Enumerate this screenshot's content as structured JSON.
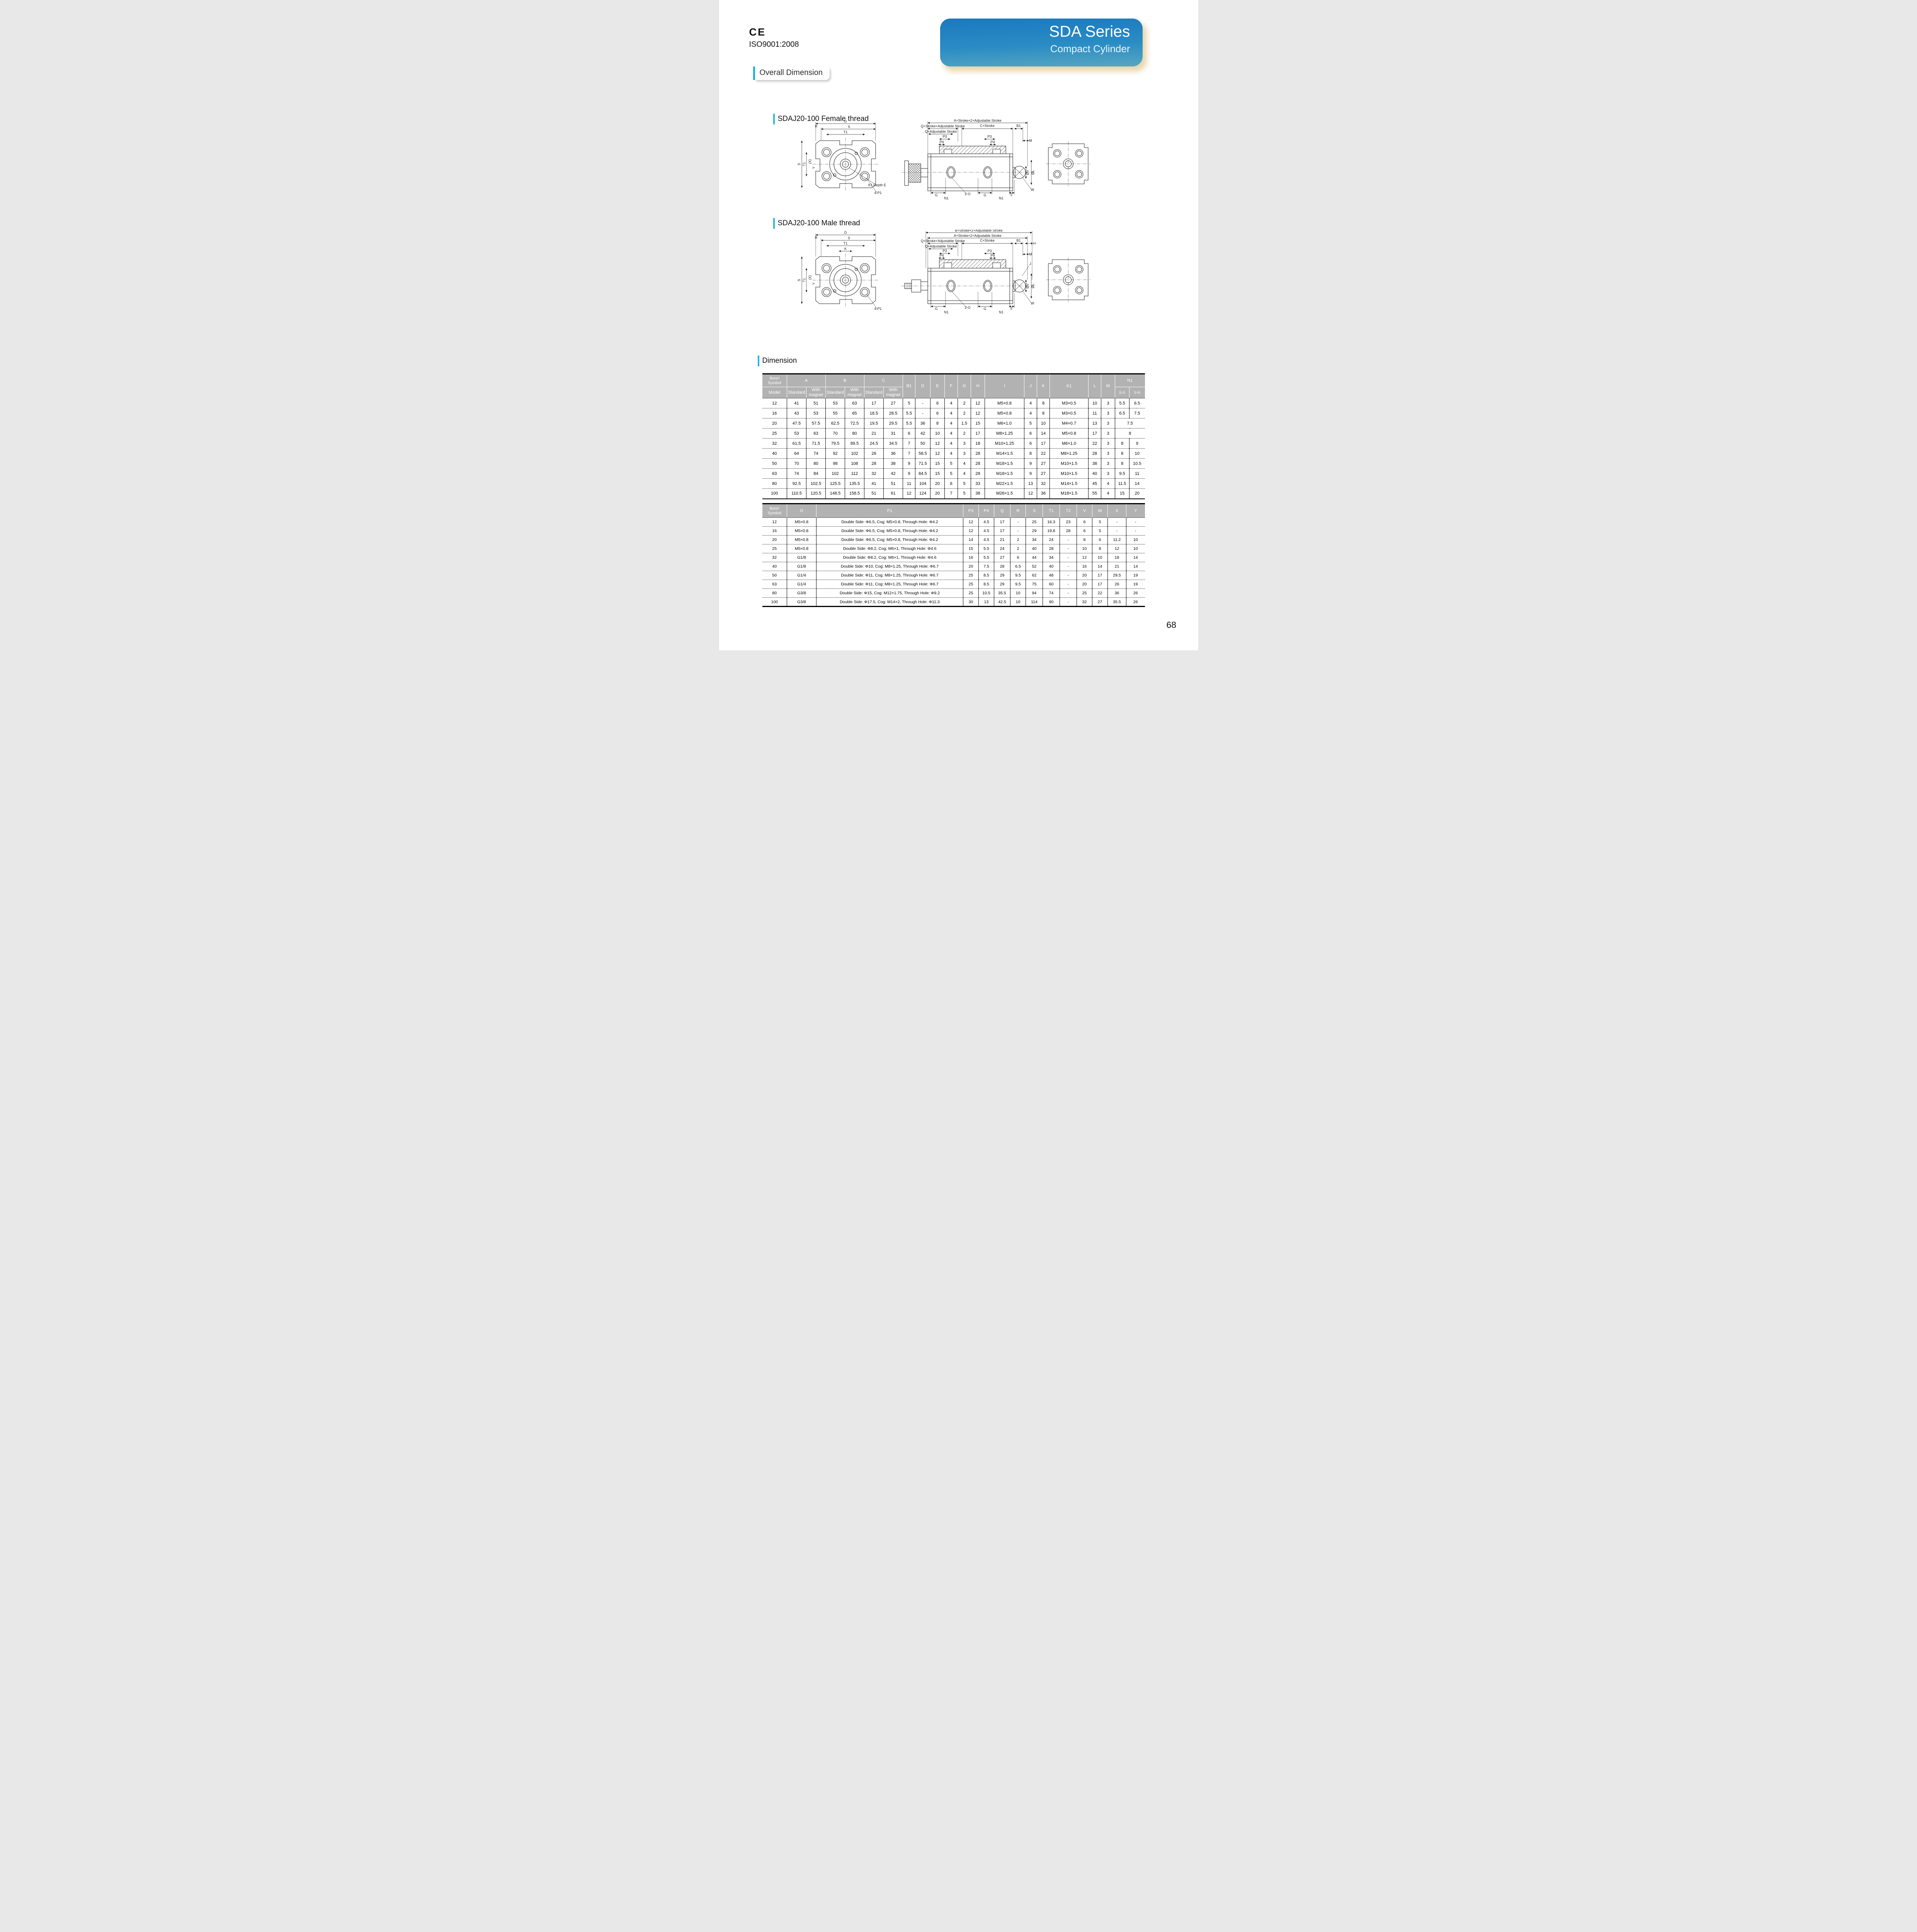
{
  "top": {
    "ce_mark": "CE",
    "iso_cert": "ISO9001:2008"
  },
  "banner": {
    "title": "SDA Series",
    "subtitle": "Compact Cylinder"
  },
  "sections": {
    "overall_dimension": "Overall Dimension",
    "dimension": "Dimension"
  },
  "page": {
    "number": "68"
  },
  "drawings": {
    "female": {
      "title": "SDAJ20-100 Female thread",
      "labels": {
        "dim_a": "A+Stroke×2+Adjustable Stroke",
        "dim_q_stroke": "Q+Stroke+Adjustable Stroke",
        "dim_q_adj": "Q+Adjustable Stroke",
        "dim_c": "C+Stroke",
        "b1": "B1",
        "m": "M",
        "p3": "P3",
        "p4": "P4",
        "g": "G",
        "n1": "N1",
        "two_o": "2-O",
        "f": "F",
        "dia_v": "ØV",
        "dia_l": "ØL",
        "w": "W",
        "d": "D",
        "s": "S",
        "t1": "T1",
        "r": "R",
        "x": "(X)",
        "y": "Y",
        "k1_depth": "K1 Depth E",
        "four_p1": "4-P1"
      }
    },
    "male": {
      "title": "SDAJ20-100 Male thread",
      "labels": {
        "dim_b": "B+Stroke×2+Adjustable Stroke",
        "dim_a": "A+Stroke×2+Adjustable Stroke",
        "dim_q_stroke": "Q+Stroke+Adjustable Stroke",
        "dim_q_adj": "Q+Adjustable Stroke",
        "dim_c": "C+Stroke",
        "b1": "B1",
        "h": "H",
        "m": "M",
        "j": "J",
        "k": "K",
        "p3": "P3",
        "p4": "P4",
        "g": "G",
        "n1": "N1",
        "two_o": "2-O",
        "f": "F",
        "dia_v": "ØV",
        "dia_l": "ØL",
        "w": "W",
        "d": "D",
        "s": "S",
        "t1": "T1",
        "r": "R",
        "x": "(X)",
        "y": "Y",
        "four_p1": "4-P1"
      }
    }
  },
  "table1": {
    "header": {
      "bore": "Bore/",
      "symbol": "Symbol",
      "model": "Model",
      "a": "A",
      "b": "B",
      "c": "C",
      "standard": "Standard",
      "with_magnet": "With magnet",
      "b1": "B1",
      "d": "D",
      "e": "E",
      "f": "F",
      "g": "G",
      "h": "H",
      "i": "I",
      "j": "J",
      "k": "K",
      "k1": "K1",
      "l": "L",
      "m": "M",
      "n1": "N1",
      "s_eq_5": "S=5",
      "s_gt_5": "S>5"
    },
    "rows": [
      [
        "12",
        "41",
        "51",
        "53",
        "63",
        "17",
        "27",
        "5",
        "-",
        "6",
        "4",
        "2",
        "12",
        "M5×0.8",
        "4",
        "8",
        "M3×0.5",
        "10",
        "3",
        "5.5",
        "6.5"
      ],
      [
        "16",
        "43",
        "53",
        "55",
        "65",
        "18.5",
        "28.5",
        "5.5",
        "-",
        "6",
        "4",
        "2",
        "12",
        "M5×0.8",
        "4",
        "8",
        "M3×0.5",
        "11",
        "3",
        "6.5",
        "7.5"
      ],
      [
        "20",
        "47.5",
        "57.5",
        "62.5",
        "72.5",
        "19.5",
        "29.5",
        "5.5",
        "36",
        "8",
        "4",
        "1.5",
        "15",
        "M6×1.0",
        "5",
        "10",
        "M4×0.7",
        "13",
        "3",
        "7.5",
        null
      ],
      [
        "25",
        "53",
        "63",
        "70",
        "80",
        "21",
        "31",
        "6",
        "42",
        "10",
        "4",
        "2",
        "17",
        "M8×1.25",
        "6",
        "14",
        "M5×0.8",
        "17",
        "3",
        "8",
        null
      ],
      [
        "32",
        "61.5",
        "71.5",
        "79.5",
        "89.5",
        "24.5",
        "34.5",
        "7",
        "50",
        "12",
        "4",
        "3",
        "18",
        "M10×1.25",
        "6",
        "17",
        "M6×1.0",
        "22",
        "3",
        "8",
        "9"
      ],
      [
        "40",
        "64",
        "74",
        "92",
        "102",
        "26",
        "36",
        "7",
        "58.5",
        "12",
        "4",
        "3",
        "28",
        "M14×1.5",
        "8",
        "22",
        "M8×1.25",
        "28",
        "3",
        "8",
        "10"
      ],
      [
        "50",
        "70",
        "80",
        "98",
        "108",
        "28",
        "38",
        "9",
        "71.5",
        "15",
        "5",
        "4",
        "28",
        "M18×1.5",
        "9",
        "27",
        "M10×1.5",
        "38",
        "3",
        "8",
        "10.5"
      ],
      [
        "63",
        "74",
        "84",
        "102",
        "112",
        "32",
        "42",
        "9",
        "84.5",
        "15",
        "5",
        "4",
        "28",
        "M18×1.5",
        "9",
        "27",
        "M10×1.5",
        "40",
        "3",
        "9.5",
        "11"
      ],
      [
        "80",
        "92.5",
        "102.5",
        "125.5",
        "135.5",
        "41",
        "51",
        "11",
        "104",
        "20",
        "6",
        "5",
        "33",
        "M22×1.5",
        "13",
        "32",
        "M14×1.5",
        "45",
        "4",
        "11.5",
        "14"
      ],
      [
        "100",
        "110.5",
        "120.5",
        "148.5",
        "158.5",
        "51",
        "61",
        "12",
        "124",
        "20",
        "7",
        "5",
        "38",
        "M26×1.5",
        "12",
        "36",
        "M18×1.5",
        "55",
        "4",
        "15",
        "20"
      ]
    ]
  },
  "table2": {
    "header": {
      "bore": "Bore/",
      "symbol": "Symbol",
      "o": "O",
      "p1": "P1",
      "p3": "P3",
      "p4": "P4",
      "q": "Q",
      "r": "R",
      "s": "S",
      "t1": "T1",
      "t2": "T2",
      "v": "V",
      "w": "W",
      "x": "X",
      "y": "Y"
    },
    "rows": [
      [
        "12",
        "M5×0.8",
        "Double Side: Φ6.5,  Cog: M5×0.8,  Through Hole: Φ4.2",
        "12",
        "4.5",
        "17",
        "-",
        "25",
        "16.3",
        "23",
        "6",
        "5",
        "-",
        "-"
      ],
      [
        "16",
        "M5×0.8",
        "Double Side: Φ6.5,  Cog: M5×0.8,  Through Hole: Φ4.2",
        "12",
        "4.5",
        "17",
        "-",
        "29",
        "19.8",
        "28",
        "6",
        "5",
        "-",
        "-"
      ],
      [
        "20",
        "M5×0.8",
        "Double Side: Φ6.5,  Cog: M5×0.8,  Through Hole: Φ4.2",
        "14",
        "4.5",
        "21",
        "2",
        "34",
        "24",
        "-",
        "8",
        "6",
        "11.2",
        "10"
      ],
      [
        "25",
        "M5×0.8",
        "Double Side: Φ8.2,  Cog: M6×1,  Through Hole: Φ4.6",
        "15",
        "5.5",
        "24",
        "2",
        "40",
        "28",
        "-",
        "10",
        "8",
        "12",
        "10"
      ],
      [
        "32",
        "G1/8",
        "Double Side: Φ8.2,  Cog: M6×1,  Through Hole: Φ4.6",
        "16",
        "5.5",
        "27",
        "6",
        "44",
        "34",
        "-",
        "12",
        "10",
        "18",
        "14"
      ],
      [
        "40",
        "G1/8",
        "Double Side: Φ10,  Cog: M8×1.25,  Through Hole: Φ6.7",
        "20",
        "7.5",
        "28",
        "6.5",
        "52",
        "40",
        "-",
        "16",
        "14",
        "21",
        "14"
      ],
      [
        "50",
        "G1/4",
        "Double Side: Φ11,  Cog: M8×1.25,  Through Hole: Φ6.7",
        "25",
        "8.5",
        "29",
        "9.5",
        "62",
        "48",
        "-",
        "20",
        "17",
        "29.5",
        "19"
      ],
      [
        "63",
        "G1/4",
        "Double Side: Φ11,  Cog: M8×1.25,  Through Hole: Φ6.7",
        "25",
        "8.5",
        "29",
        "9.5",
        "75",
        "60",
        "-",
        "20",
        "17",
        "26",
        "19"
      ],
      [
        "80",
        "G3/8",
        "Double Side: Φ15,  Cog: M12×1.75,  Through Hole: Φ9.2",
        "25",
        "10.5",
        "35.5",
        "10",
        "94",
        "74",
        "-",
        "25",
        "22",
        "36",
        "26"
      ],
      [
        "100",
        "G3/8",
        "Double Side: Φ17.5,  Cog: M14×2,  Through Hole: Φ11.3",
        "30",
        "13",
        "42.5",
        "10",
        "114",
        "90",
        "-",
        "32",
        "27",
        "35.5",
        "26"
      ]
    ]
  }
}
